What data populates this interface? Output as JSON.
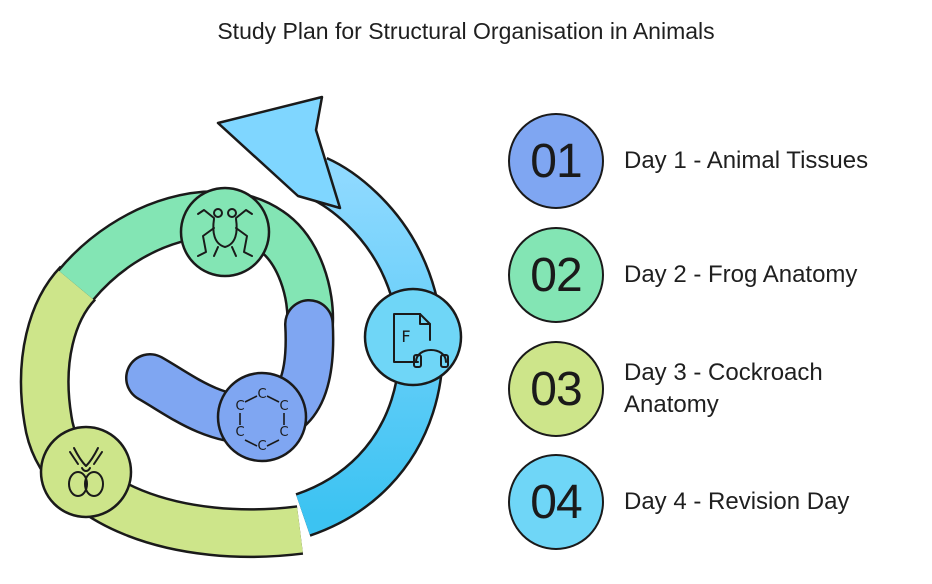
{
  "title": "Study Plan for Structural Organisation in Animals",
  "steps": [
    {
      "number": "01",
      "label": "Day 1 - Animal Tissues",
      "color": "#7fa6f2",
      "icon": "hexagon-molecule-icon"
    },
    {
      "number": "02",
      "label": "Day 2 - Frog Anatomy",
      "color": "#83e5b4",
      "icon": "frog-icon"
    },
    {
      "number": "03",
      "label": "Day 3 - Cockroach Anatomy",
      "color": "#cde58a",
      "icon": "cockroach-icon"
    },
    {
      "number": "04",
      "label": "Day 4 - Revision Day",
      "color": "#6fd6f7",
      "icon": "document-headphones-icon"
    }
  ],
  "hexagon_atoms": [
    "C",
    "C",
    "C",
    "C",
    "C",
    "C"
  ],
  "document_letter": "F"
}
